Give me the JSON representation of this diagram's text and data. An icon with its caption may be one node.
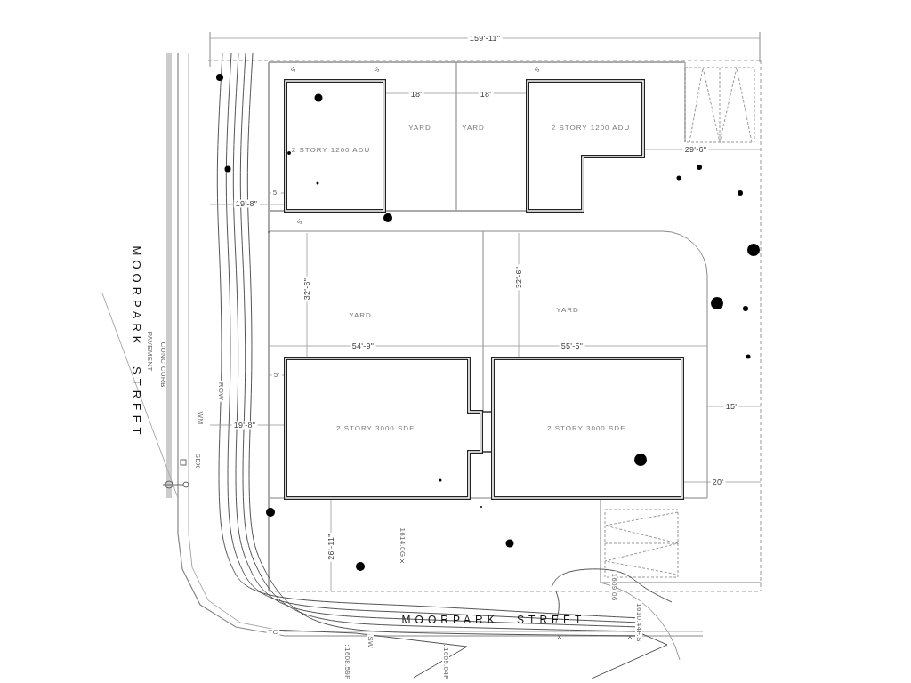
{
  "diagram": {
    "nodes": [
      {
        "text": [
          "2 STORY 1200 ADU"
        ]
      },
      {
        "text": [
          "YARD"
        ]
      },
      {
        "text": [
          "YARD"
        ]
      },
      {
        "text": [
          "2 STORY 1200 ADU"
        ]
      },
      {
        "text": [
          "YARD"
        ]
      },
      {
        "text": [
          "YARD"
        ]
      },
      {
        "text": [
          "2 STORY 3000 SDF"
        ]
      },
      {
        "text": [
          "2 STORY 3000 SDF"
        ]
      }
    ],
    "edges": [],
    "labels": [
      "159'-11\"",
      "5'",
      "5'",
      "5'",
      "18'",
      "18'",
      "29'-6\"",
      "5'",
      "19'-8\"",
      "5'",
      "MOORPARK STREET",
      "PAVEMENT",
      "32'-6\"",
      "32'-6\"",
      "54'-9\"",
      "55'-5\"",
      "5'",
      "CONC CURB",
      "ROW",
      "15'",
      "WM",
      "19'-8\"",
      "SBX",
      "20'",
      "26'-11\"",
      "1614.0G",
      "MOORPARK STREET",
      "1609.06",
      "1610.44F.S",
      "TC",
      "SW",
      "1608.59F",
      "1609.04F"
    ]
  }
}
